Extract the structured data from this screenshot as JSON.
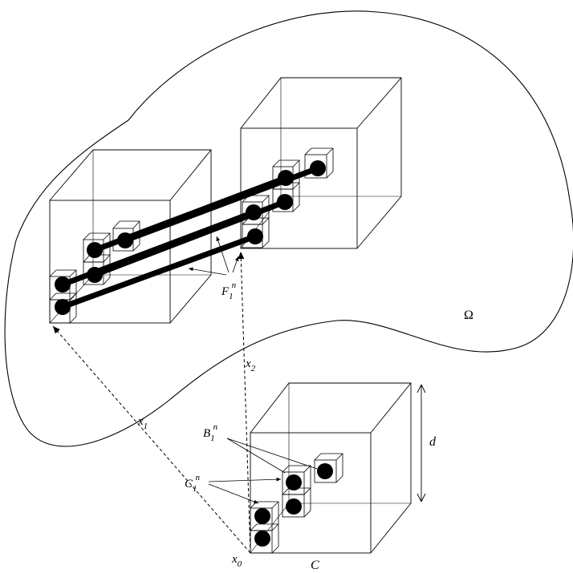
{
  "region": {
    "name": "Ω"
  },
  "cubes": {
    "c1": {
      "label": ""
    },
    "c2": {
      "label": ""
    },
    "c": {
      "label": "C",
      "size_label": "d"
    }
  },
  "labels": {
    "x0": "x",
    "x0_sub": "0",
    "x1": "x",
    "x1_sub": "1",
    "x2": "x",
    "x2_sub": "2",
    "F": "F",
    "F_sub": "1",
    "F_sup": "n",
    "B": "B",
    "B_sub": "1",
    "B_sup": "n",
    "Cn": "C",
    "Cn_sub": "1",
    "Cn_sup": "n"
  }
}
